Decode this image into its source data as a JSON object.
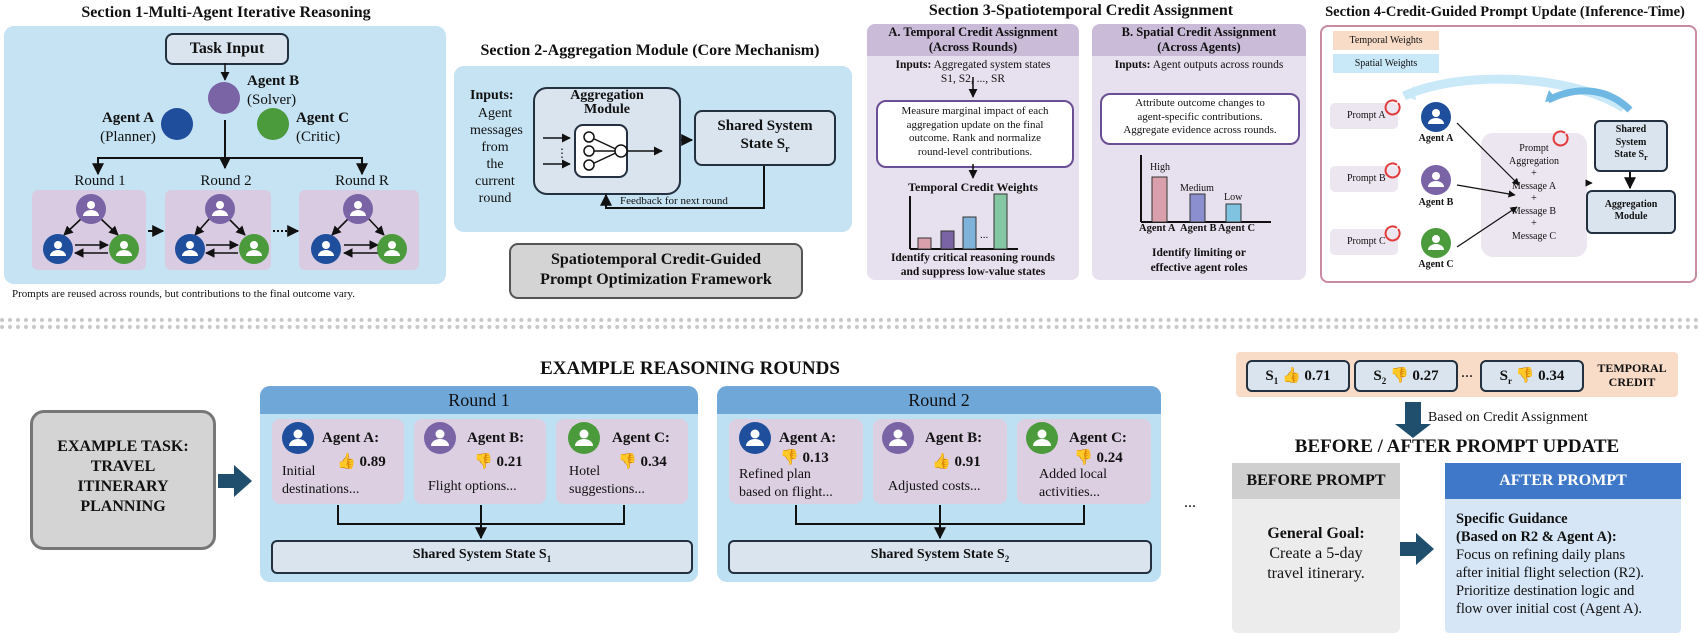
{
  "colors": {
    "agent_a": "#1f4e9c",
    "agent_b": "#7a64a6",
    "agent_c": "#4b9a3c",
    "panel_blue": "#c5e3f3",
    "panel_lavender": "#e7e0ee",
    "dark": "#23303f",
    "thumb": "#f2b705"
  },
  "section1": {
    "title": "Section 1-Multi-Agent Iterative Reasoning",
    "task_input": "Task Input",
    "agent_b_name": "Agent B",
    "agent_b_role": "(Solver)",
    "agent_a_name": "Agent A",
    "agent_a_role": "(Planner)",
    "agent_c_name": "Agent C",
    "agent_c_role": "(Critic)",
    "round1": "Round 1",
    "round2": "Round 2",
    "roundR": "Round R",
    "dots": "......",
    "caption": "Prompts are reused across rounds, but contributions to the final outcome vary."
  },
  "section2": {
    "title": "Section 2-Aggregation Module (Core Mechanism)",
    "inputs_label": "Inputs",
    "inputs_text": [
      "Agent",
      "messages",
      "from",
      "the",
      "current",
      "round"
    ],
    "aggregation_module": [
      "Aggregation",
      "Module"
    ],
    "shared_state": "Shared System",
    "shared_state_2": "State",
    "shared_state_sym": "S",
    "shared_state_sub": "r",
    "feedback": "Feedback for next round",
    "framework_line1": "Spatiotemporal Credit-Guided",
    "framework_line2": "Prompt Optimization Framework"
  },
  "section3": {
    "title": "Section 3-Spatiotemporal Credit Assignment",
    "a_header_1": "A. Temporal Credit Assignment",
    "a_header_2": "(Across Rounds)",
    "a_inputs_label": "Inputs:",
    "a_inputs_text": "Aggregated system states",
    "a_inputs_states": "S1, S2, ..., SR",
    "a_box": [
      "Measure marginal impact of each",
      "aggregation update on the final",
      "outcome. Rank and normalize",
      "round-level contributions."
    ],
    "a_chart_title": "Temporal Credit Weights",
    "a_dots": "...",
    "a_footer_1": "Identify critical reasoning rounds",
    "a_footer_2": "and suppress low-value states",
    "b_header_1": "B. Spatial Credit Assignment",
    "b_header_2": "(Across Agents)",
    "b_inputs_label": "Inputs:",
    "b_inputs_text": "Agent outputs across rounds",
    "b_box": [
      "Attribute outcome changes to",
      "agent-specific contributions.",
      "Aggregate evidence across rounds."
    ],
    "b_bar_labels": [
      "High",
      "Medium",
      "Low"
    ],
    "b_x_labels": [
      "Agent A",
      "Agent B",
      "Agent C"
    ],
    "b_footer_1": "Identify limiting or",
    "b_footer_2": "effective agent roles"
  },
  "section4": {
    "title": "Section 4-Credit-Guided Prompt Update (Inference-Time)",
    "temporal_weights": "Temporal Weights",
    "spatial_weights": "Spatial Weights",
    "prompt_a": "Prompt A",
    "prompt_b": "Prompt B",
    "prompt_c": "Prompt C",
    "agent_a": "Agent A",
    "agent_b": "Agent B",
    "agent_c": "Agent C",
    "center_lines": [
      "Prompt",
      "Aggregation",
      "+",
      "Message A",
      "+",
      "Message B",
      "+",
      "Message C"
    ],
    "shared_lines": [
      "Shared",
      "System",
      "State S"
    ],
    "shared_sub": "r",
    "agg_lines": [
      "Aggregation",
      "Module"
    ]
  },
  "example": {
    "title": "EXAMPLE REASONING ROUNDS",
    "task_lines": [
      "EXAMPLE TASK:",
      "TRAVEL",
      "ITINERARY",
      "PLANNING"
    ],
    "round1": {
      "title": "Round 1",
      "a_name": "Agent A",
      "a_score": "0.89",
      "a_text": [
        "Initial",
        "destinations..."
      ],
      "b_name": "Agent B",
      "b_score": "0.21",
      "b_text": [
        "Flight options..."
      ],
      "c_name": "Agent C",
      "c_score": "0.34",
      "c_text": [
        "Hotel",
        "suggestions..."
      ],
      "state": "Shared System State",
      "state_sub": "1"
    },
    "round2": {
      "title": "Round 2",
      "a_name": "Agent A",
      "a_score": "0.13",
      "a_text": [
        "Refined plan",
        "based on flight..."
      ],
      "b_name": "Agent B",
      "b_score": "0.91",
      "b_text": [
        "Adjusted costs..."
      ],
      "c_name": "Agent C",
      "c_score": "0.24",
      "c_text": [
        "Added local",
        "activities..."
      ],
      "state": "Shared System State",
      "state_sub": "2"
    },
    "ellipsis": "...",
    "temporal": {
      "s1_score": "0.71",
      "s2_score": "0.27",
      "sr_score": "0.34",
      "dots": "...",
      "label_1": "TEMPORAL",
      "label_2": "CREDIT"
    },
    "based_on": "Based on Credit Assignment",
    "before_after_title": "BEFORE / AFTER PROMPT UPDATE",
    "before_header": "BEFORE PROMPT",
    "before_goal": "General Goal:",
    "before_lines": [
      "Create a 5-day",
      "travel itinerary."
    ],
    "after_header": "AFTER PROMPT",
    "after_bold_1": "Specific Guidance",
    "after_bold_2": "(Based on R2 & Agent A):",
    "after_lines": [
      "Focus on refining daily plans",
      "after initial flight selection (R2).",
      "Prioritize destination logic and",
      "flow over initial cost (Agent A)."
    ]
  }
}
